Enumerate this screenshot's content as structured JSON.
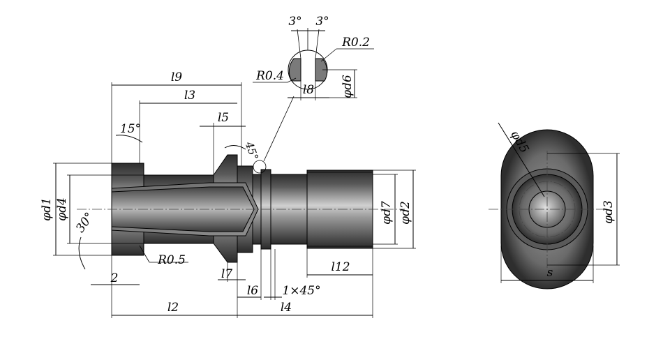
{
  "labels": {
    "d1": "φd1",
    "d4": "φd4",
    "d7": "φd7",
    "d2": "φd2",
    "d3": "φd3",
    "d5": "φd5",
    "d6": "φd6",
    "l9": "l9",
    "l3": "l3",
    "l5": "l5",
    "l7": "l7",
    "l6": "l6",
    "l4": "l4",
    "l2": "l2",
    "l8": "l8",
    "l12": "l12",
    "s": "s",
    "two": "2",
    "angle15": "15°",
    "angle30": "30°",
    "angle45": "45°",
    "angle3a": "3°",
    "angle3b": "3°",
    "r05": "R0.5",
    "r04": "R0.4",
    "r02": "R0.2",
    "chamfer": "1×45°"
  },
  "colors": {
    "steel_dark": "#3c3c3c",
    "steel_mid": "#7a7a7a",
    "steel_light": "#c8c8c8",
    "line": "#000000"
  }
}
